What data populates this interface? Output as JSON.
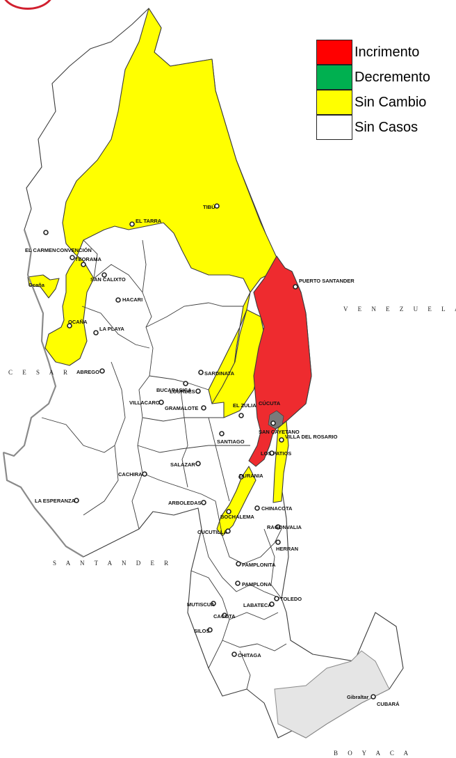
{
  "colors": {
    "incremento": "#ff0000",
    "decremento": "#00b050",
    "sin_cambio": "#ffff00",
    "sin_casos": "#ffffff",
    "map_red": "#ee2b2f",
    "map_yellow": "#ffff00",
    "cucuta_urban": "#7a7a7a",
    "badge": "#d1202f"
  },
  "legend": {
    "items": [
      {
        "label": "Incrimento",
        "color": "#ff0000"
      },
      {
        "label": "Decremento",
        "color": "#00b050"
      },
      {
        "label": "Sin Cambio",
        "color": "#ffff00"
      },
      {
        "label": "Sin Casos",
        "color": "#ffffff"
      }
    ]
  },
  "map": {
    "regions": {
      "venezuela": "V E N E Z U E L A",
      "cesar": "C E S A R",
      "santander": "S A N T A N D E R",
      "boyaca": "B O Y A C A"
    },
    "towns": {
      "tibu": "TIBÚ",
      "el_tarra": "EL TARRA",
      "el_carmen": "EL CARMEN",
      "convencion": "CONVENCIÓN",
      "teorama": "TEORAMA",
      "ocana_box": "Ocaña",
      "san_calixto": "SAN CALIXTO",
      "hacari": "HACARI",
      "ocana": "OCAÑA",
      "la_playa": "LA PLAYA",
      "abrego": "ABREGO",
      "puerto_santander": "PUERTO SANTANDER",
      "sardinata": "SARDINATA",
      "bucarasica": "BUCARASICA",
      "lourdes": "LOURDES",
      "villacaro": "VILLACARO",
      "gramalote": "GRAMALOTE",
      "el_zulia": "EL ZULIA",
      "cucuta": "CÚCUTA",
      "san_cayetano": "SAN CAYETANO",
      "santiago": "SANTIAGO",
      "villa_del_rosario": "VILLA DEL ROSARIO",
      "los_patios": "LOS PATIOS",
      "salazar": "SALAZAR",
      "cachira": "CACHIRA",
      "durania": "DURANIA",
      "la_esperanza": "LA ESPERANZA",
      "arboledas": "ARBOLEDAS",
      "bochalema": "BOCHALEMA",
      "chinacota": "CHINACOTA",
      "cucutilla": "CUCUTILLA",
      "ragonvalia": "RAGONVALIA",
      "herran": "HERRAN",
      "pamplonita": "PAMPLONITA",
      "pamplona": "PAMPLONA",
      "toledo": "TOLEDO",
      "mutiscua": "MUTISCUA",
      "labateca": "LABATECA",
      "cacota": "CACOTA",
      "silos": "SILOS",
      "chitaga": "CHITAGA",
      "gibraltar": "Gibraltar",
      "cubara": "CUBARÁ"
    }
  }
}
